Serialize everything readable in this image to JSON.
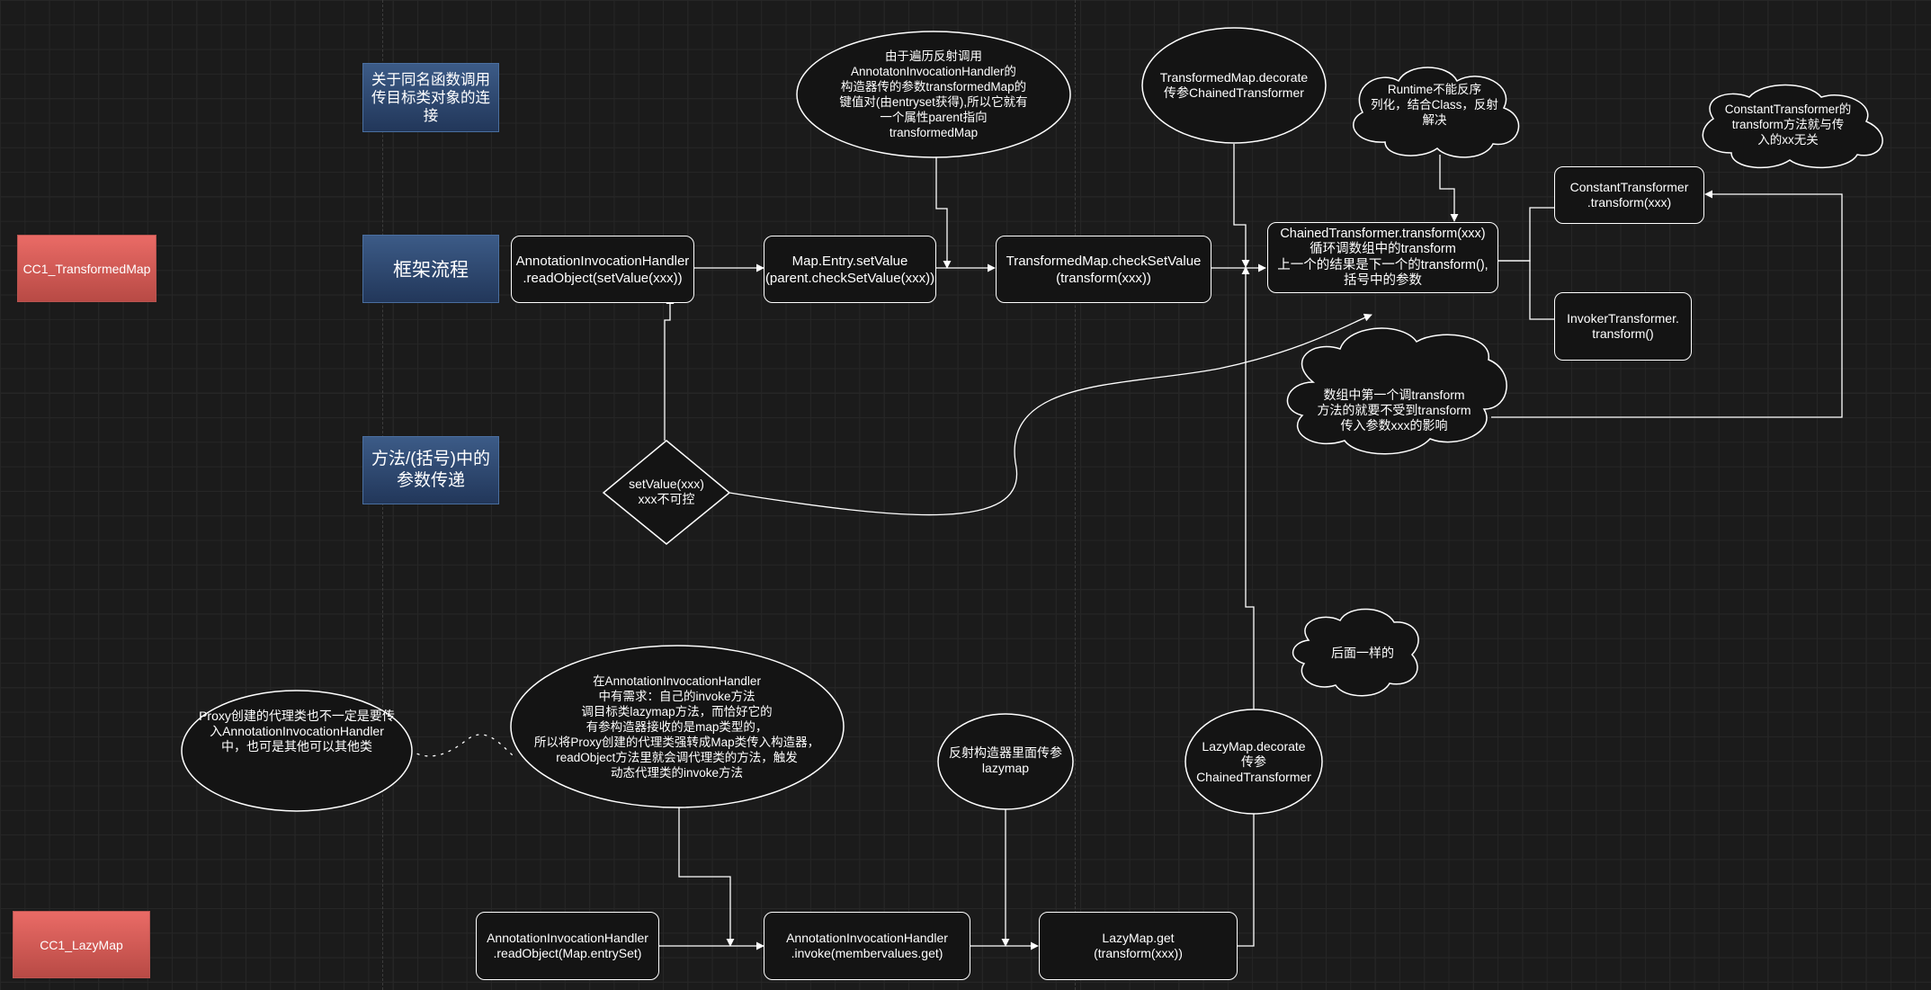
{
  "diagram": {
    "sections": {
      "cc1_transformedmap": "CC1_TransformedMap",
      "cc1_lazymap": "CC1_LazyMap"
    },
    "legend": {
      "same_name_call": "关于同名函数调用\n传目标类对象的连\n接",
      "framework_flow": "框架流程",
      "param_passing": "方法/(括号)中的\n参数传递"
    },
    "top_flow": {
      "readobject": "AnnotationInvocationHandler\n.readObject(setValue(xxx))",
      "setvalue": "Map.Entry.setValue\n(parent.checkSetValue(xxx))",
      "checksetvalue": "TransformedMap.checkSetValue\n(transform(xxx))",
      "chained": "ChainedTransformer.transform(xxx)\n循环调数组中的transform\n上一个的结果是下一个的transform(),\n括号中的参数",
      "constant": "ConstantTransformer\n.transform(xxx)",
      "invoker": "InvokerTransformer.\ntransform()"
    },
    "top_notes": {
      "parent_note": "由于遍历反射调用\nAnnotatonInvocationHandler的\n构造器传的参数transformedMap的\n键值对(由entryset获得),所以它就有\n一个属性parent指向\ntransformedMap",
      "decorate_note": "TransformedMap.decorate\n传参ChainedTransformer",
      "runtime_note": "Runtime不能反序\n列化，结合Class，反射\n解决",
      "constant_note": "ConstantTransformer的\ntransform方法就与传\n入的xx无关",
      "array_note": "数组中第一个调transform\n方法的就要不受到transform\n传入参数xxx的影响",
      "setvalue_diamond": "setValue(xxx)\nxxx不可控",
      "same_after": "后面一样的"
    },
    "bottom_flow": {
      "readobject": "AnnotationInvocationHandler\n.readObject(Map.entrySet)",
      "invoke": "AnnotationInvocationHandler\n.invoke(membervalues.get)",
      "lazymap_get": "LazyMap.get\n(transform(xxx))"
    },
    "bottom_notes": {
      "proxy_note": "Proxy创建的代理类也不一定是要传\n入AnnotationInvocationHandler\n中，也可是其他可以其他类",
      "invoke_note": "在AnnotationInvocationHandler\n中有需求：自己的invoke方法\n调目标类lazymap方法，而恰好它的\n有参构造器接收的是map类型的，\n所以将Proxy创建的代理类强转成Map类传入构造器，\nreadObject方法里就会调代理类的方法，触发\n动态代理类的invoke方法",
      "reflect_note": "反射构造器里面传参\nlazymap",
      "lazymap_decorate": "LazyMap.decorate\n传参\nChainedTransformer"
    },
    "colors": {
      "background": "#1b1b1b",
      "stroke": "#ffffff",
      "red_fill": "#ea6b66",
      "blue_fill": "#2f4a73"
    }
  }
}
